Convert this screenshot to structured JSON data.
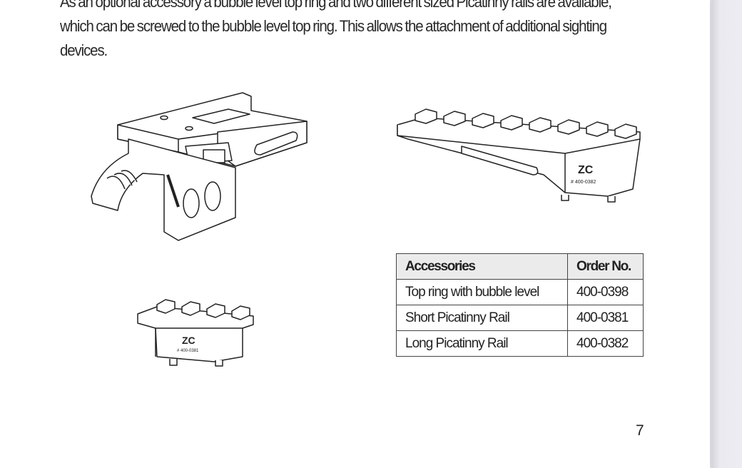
{
  "paragraph": {
    "lines": [
      "As an optional accessory a bubble level top ring and two different sized Picatinny rails are available,",
      "which can be screwed to the bubble level top ring. This allows the attachment of additional sighting",
      "devices."
    ]
  },
  "figures": {
    "rail_marking": "# 400-0382",
    "short_rail_marking": "# 400-0381"
  },
  "table": {
    "headers": [
      "Accessories",
      "Order No."
    ],
    "rows": [
      [
        "Top ring with bubble level",
        "400-0398"
      ],
      [
        "Short Picatinny Rail",
        "400-0381"
      ],
      [
        "Long Picatinny Rail",
        "400-0382"
      ]
    ]
  },
  "page_number": "7"
}
